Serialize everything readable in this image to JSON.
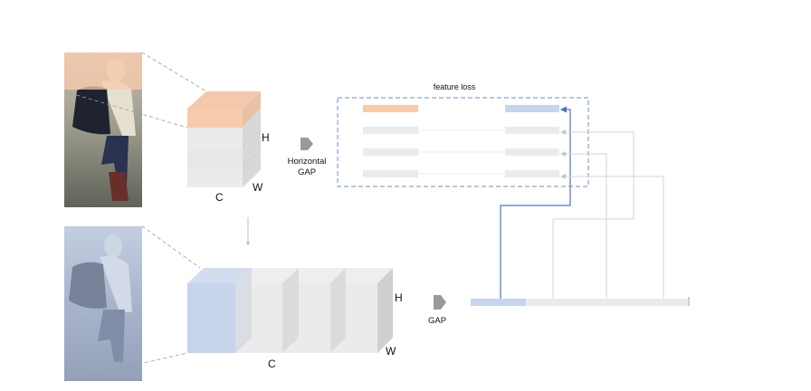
{
  "top_branch": {
    "image_label": "person-image-horizontal-stripe",
    "tensor_labels": {
      "height": "H",
      "channels": "C",
      "width": "W"
    },
    "pool_label_line1": "Horizontal",
    "pool_label_line2": "GAP",
    "stripe_count": 4,
    "highlight_color": "#f8cbad"
  },
  "loss_box": {
    "title": "feature loss",
    "pairs": 4,
    "border_color": "#6f8fc8"
  },
  "bottom_branch": {
    "tensor_labels": {
      "height": "H",
      "channels": "C",
      "width": "W"
    },
    "pool_label": "GAP",
    "channel_groups": 4,
    "highlight_color": "#c6d4ec"
  },
  "colors": {
    "orange": "#f8cbad",
    "orange_line": "#e07a3a",
    "blue": "#c6d4ec",
    "blue_line": "#4f76c2",
    "grey": "#ebebeb",
    "grey_line": "#d6d6d6"
  }
}
